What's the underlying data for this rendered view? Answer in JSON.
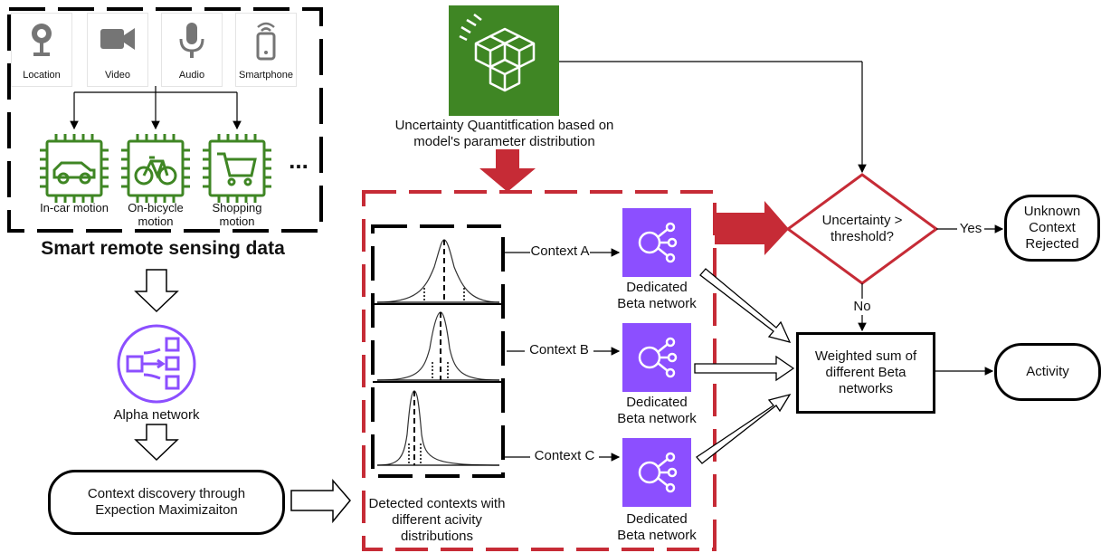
{
  "sensors": {
    "location": {
      "label": "Location",
      "icon": "location-pin-icon"
    },
    "video": {
      "label": "Video",
      "icon": "video-camera-icon"
    },
    "audio": {
      "label": "Audio",
      "icon": "microphone-icon"
    },
    "smartphone": {
      "label": "Smartphone",
      "icon": "smartphone-icon"
    }
  },
  "activities": {
    "car": {
      "line1": "In-car motion",
      "icon": "car-chip-icon"
    },
    "bicycle": {
      "line1": "On-bicycle",
      "line2": "motion",
      "icon": "bicycle-chip-icon"
    },
    "shopping": {
      "line1": "Shopping",
      "line2": "motion",
      "icon": "shopping-cart-chip-icon"
    },
    "more": "..."
  },
  "sensing_title": "Smart remote sensing data",
  "alpha": {
    "label": "Alpha network",
    "icon": "alpha-network-icon"
  },
  "em": {
    "line1": "Context discovery through",
    "line2": "Expection Maximizaiton"
  },
  "uq": {
    "line1": "Uncertainty Quantitfication based on",
    "line2": "model's parameter distribution",
    "icon": "cubes-icon"
  },
  "detected": {
    "line1": "Detected contexts with",
    "line2": "different acivity",
    "line3": "distributions"
  },
  "contexts": [
    {
      "label": "Context A"
    },
    {
      "label": "Context B"
    },
    {
      "label": "Context C"
    }
  ],
  "beta": {
    "line1": "Dedicated",
    "line2": "Beta network"
  },
  "decision": {
    "line1": "Uncertainty >",
    "line2": "threshold?",
    "yes": "Yes",
    "no": "No"
  },
  "rejected": {
    "line1": "Unknown",
    "line2": "Context",
    "line3": "Rejected"
  },
  "weighted": {
    "line1": "Weighted sum of",
    "line2": "different Beta",
    "line3": "networks"
  },
  "activity": "Activity",
  "colors": {
    "green_chip": "#3f8624",
    "green_box": "#3f8624",
    "purple": "#8c4fff",
    "red": "#c62b36"
  }
}
